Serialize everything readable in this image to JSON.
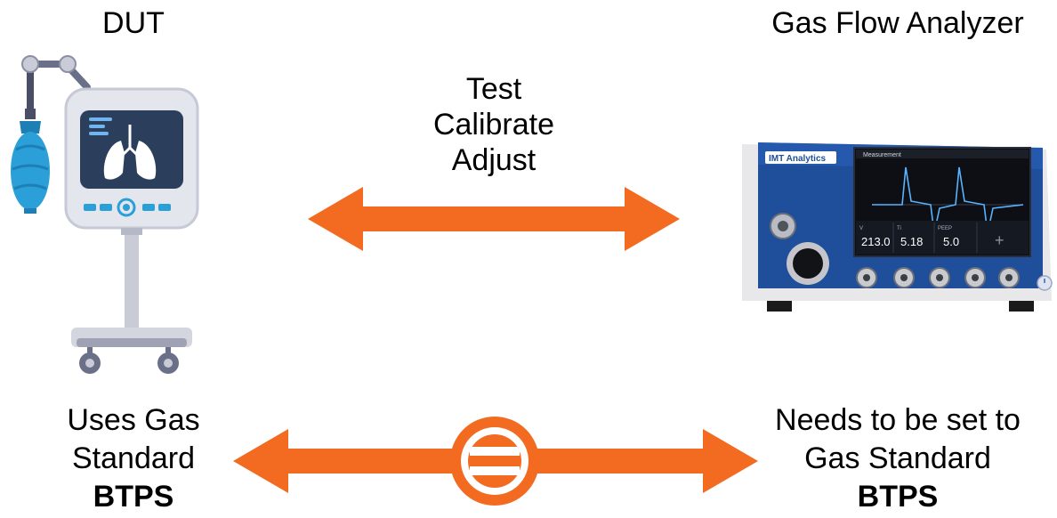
{
  "labels": {
    "dut": "DUT",
    "analyzer": "Gas Flow Analyzer",
    "actions": [
      "Test",
      "Calibrate",
      "Adjust"
    ],
    "left_standard": [
      "Uses Gas",
      "Standard"
    ],
    "left_standard_value": "BTPS",
    "right_standard": [
      "Needs to be set to",
      "Gas Standard"
    ],
    "right_standard_value": "BTPS"
  },
  "device_screen": {
    "brand": "IMT Analytics",
    "title": "Measurement",
    "readouts": [
      {
        "label": "V",
        "value": "213.0"
      },
      {
        "label": "Ti",
        "value": "5.18"
      },
      {
        "label": "PEEP",
        "value": "5.0"
      }
    ],
    "plus": "+"
  },
  "colors": {
    "arrow": "#f26b21",
    "device_blue": "#1f4e9a",
    "ventilator_screen": "#2b3f5c",
    "ventilator_body": "#e4e6ee",
    "bag": "#2b9fd8"
  },
  "icons": {
    "ventilator": "ventilator-icon",
    "lungs": "lungs-icon",
    "bag": "breathing-bag-icon",
    "equals": "equals-icon",
    "power": "power-icon"
  }
}
